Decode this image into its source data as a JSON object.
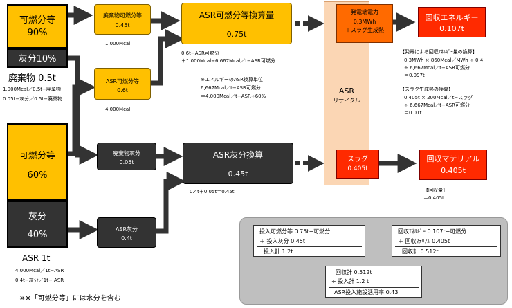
{
  "waste": {
    "combustible_label": "可燃分等",
    "combustible_pct": "90%",
    "ash_label": "灰分10%",
    "title": "廃棄物 0.5t",
    "note1": "1,000Mcal／0.5t−廃棄物",
    "note2": "0.05t−灰分／0.5t−廃棄物"
  },
  "asr": {
    "combustible_label": "可燃分等",
    "combustible_pct": "60%",
    "ash_label": "灰分",
    "ash_pct": "40%",
    "title": "ASR  1t",
    "note1": "4,000Mcal／1t−ASR",
    "note2": "0.4t−灰分／1t− ASR"
  },
  "footnote": "※※「可燃分等」には水分を含む",
  "nodes": {
    "waste_combustible": {
      "label": "廃棄物可燃分等",
      "value": "0.45t",
      "note": "1,000Mcal"
    },
    "asr_combustible": {
      "label": "ASR可燃分等",
      "value": "0.6t",
      "note": "4,000Mcal"
    },
    "waste_ash": {
      "label": "廃棄物灰分",
      "value": "0.05t"
    },
    "asr_ash": {
      "label": "ASR灰分",
      "value": "0.4t"
    },
    "asr_comb_conv": {
      "label": "ASR可燃分等換算量",
      "value": "0.75t",
      "note1": "0.6t−ASR可燃分",
      "note2": "＋1,000Mcal÷6,667Mcal／t−ASR可燃分"
    },
    "asr_ash_conv": {
      "label": "ASR灰分換算",
      "value": "0.45t",
      "note": "0.4t＋0.05t＝0.45t"
    },
    "recycle": {
      "label1": "ASR",
      "label2": "リサイクル"
    },
    "power": {
      "label1": "発電端電力",
      "label2": "0.3MWh",
      "label3": "＋スラグ生成熱"
    },
    "slag": {
      "label": "スラグ",
      "value": "0.405t"
    },
    "energy_recovery": {
      "label": "回収エネルギー",
      "value": "0.107t"
    },
    "material_recovery": {
      "label": "回収マテリアル",
      "value": "0.405t"
    }
  },
  "notes": {
    "unit": [
      "※エネルギーのASR換算単位",
      "6,667Mcal／t−ASR可燃分",
      "＝4,000Mcal／t−ASR÷60%"
    ],
    "power_calc": [
      "【発電による回収ｴﾈﾙｷﾞｰ量の換算】",
      "0.3MWh × 860Mcal／MWh ÷ 0.4",
      "÷ 6,667Mcal／t−ASR可燃分",
      "＝0.097t"
    ],
    "slag_calc": [
      "【スラグ生成熱の換算】",
      "0.405t × 200Mcal／t−スラグ",
      "÷ 6,667Mcal／t−ASR可燃分",
      "＝0.01t"
    ],
    "recovered": [
      "【回収量】",
      "＝0.405t"
    ]
  },
  "calc": {
    "input": [
      "投入可燃分等  0.75t−可燃分",
      "＋  投入灰分        0.45t",
      "投入計            1.2t"
    ],
    "output": [
      "回収ｴﾈﾙｷﾞｰ  0.107t−可燃分",
      "＋  回収ﾏﾃﾘｱﾙ      0.405t",
      "回収計            0.512t"
    ],
    "result": [
      "回収計        0.512t",
      "÷  投入計        1.2  t",
      "ASR投入施設活用率   0.43"
    ]
  }
}
